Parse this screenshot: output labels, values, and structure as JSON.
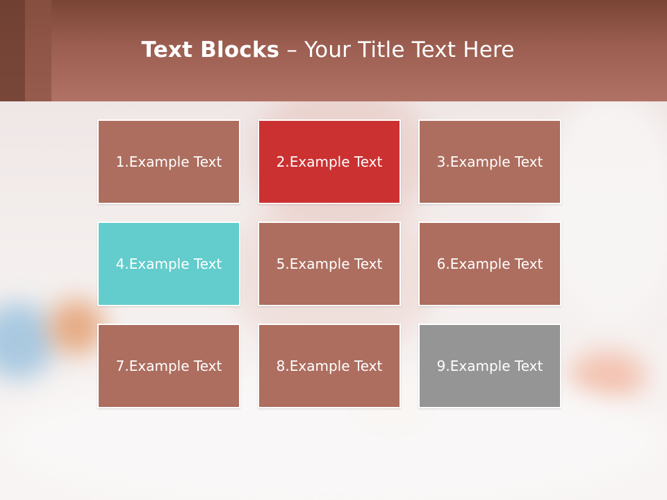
{
  "slide": {
    "title_bold": "Text Blocks",
    "title_dash": " – ",
    "title_rest": "Your Title Text Here"
  },
  "colors": {
    "header": "#a96b5d",
    "block_default": "#ad6e5f",
    "block_red": "#cc3131",
    "block_teal": "#63cccc",
    "block_gray": "#959595",
    "text": "#ffffff"
  },
  "blocks": [
    {
      "label": "1.Example Text",
      "color": "#ad6e5f"
    },
    {
      "label": "2.Example Text",
      "color": "#cc3131"
    },
    {
      "label": "3.Example Text",
      "color": "#ad6e5f"
    },
    {
      "label": "4.Example Text",
      "color": "#63cccc"
    },
    {
      "label": "5.Example Text",
      "color": "#ad6e5f"
    },
    {
      "label": "6.Example Text",
      "color": "#ad6e5f"
    },
    {
      "label": "7.Example Text",
      "color": "#ad6e5f"
    },
    {
      "label": "8.Example Text",
      "color": "#ad6e5f"
    },
    {
      "label": "9.Example Text",
      "color": "#959595"
    }
  ]
}
